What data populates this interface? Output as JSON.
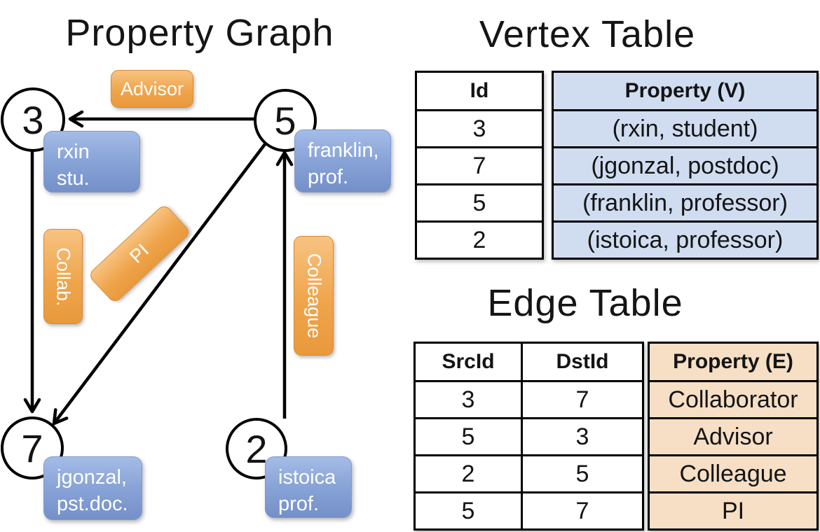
{
  "graph": {
    "title": "Property Graph",
    "nodes": [
      {
        "id": "3",
        "line1": "rxin",
        "line2": "stu."
      },
      {
        "id": "5",
        "line1": "franklin,",
        "line2": "prof."
      },
      {
        "id": "7",
        "line1": "jgonzal,",
        "line2": "pst.doc."
      },
      {
        "id": "2",
        "line1": "istoica",
        "line2": "prof."
      }
    ],
    "edge_labels": {
      "advisor": "Advisor",
      "collab": "Collab.",
      "pi": "PI",
      "colleague": "Colleague"
    },
    "edges": [
      {
        "src": "5",
        "dst": "3",
        "label": "Advisor"
      },
      {
        "src": "3",
        "dst": "7",
        "label": "Collab."
      },
      {
        "src": "5",
        "dst": "7",
        "label": "PI"
      },
      {
        "src": "2",
        "dst": "5",
        "label": "Colleague"
      }
    ]
  },
  "vertex_table": {
    "title": "Vertex Table",
    "columns": {
      "id": "Id",
      "property": "Property (V)"
    },
    "rows": [
      {
        "id": "3",
        "property": "(rxin, student)"
      },
      {
        "id": "7",
        "property": "(jgonzal, postdoc)"
      },
      {
        "id": "5",
        "property": "(franklin, professor)"
      },
      {
        "id": "2",
        "property": "(istoica, professor)"
      }
    ]
  },
  "edge_table": {
    "title": "Edge Table",
    "columns": {
      "src": "SrcId",
      "dst": "DstId",
      "property": "Property (E)"
    },
    "rows": [
      {
        "src": "3",
        "dst": "7",
        "property": "Collaborator"
      },
      {
        "src": "5",
        "dst": "3",
        "property": "Advisor"
      },
      {
        "src": "2",
        "dst": "5",
        "property": "Colleague"
      },
      {
        "src": "5",
        "dst": "7",
        "property": "PI"
      }
    ]
  },
  "colors": {
    "edge_pill_orange": "#EFA54C",
    "vertex_box_blue": "#8AA5D8",
    "vertex_cell_bg": "#D0DDF1",
    "edge_cell_bg": "#F6DFC4",
    "line_black": "#000000",
    "text_white": "#FFFFFF"
  }
}
